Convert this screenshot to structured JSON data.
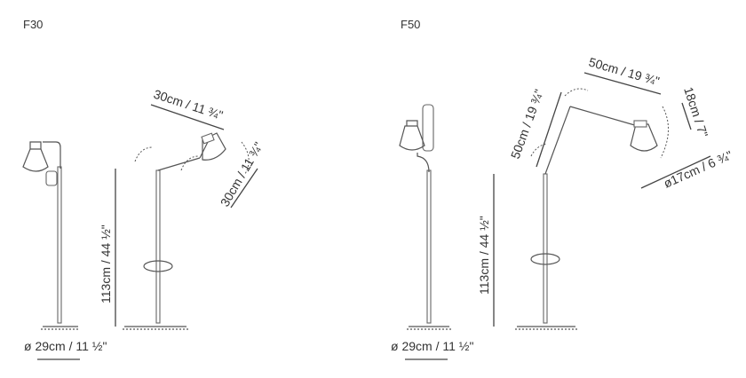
{
  "models": {
    "f30": {
      "name": "F30",
      "base_label": "ø 29cm / 11 ½\"",
      "height_label": "113cm / 44 ½\"",
      "arm_label": "30cm / 11 ¾\"",
      "forearm_label": "30cm / 11 ¾\""
    },
    "f50": {
      "name": "F50",
      "base_label": "ø 29cm / 11 ½\"",
      "height_label": "113cm / 44 ½\"",
      "arm_label": "50cm / 19 ¾\"",
      "forearm_label": "50cm / 19 ¾\"",
      "shade_height_label": "18cm / 7\"",
      "shade_diameter_label": "ø17cm / 6 ¾\""
    }
  }
}
